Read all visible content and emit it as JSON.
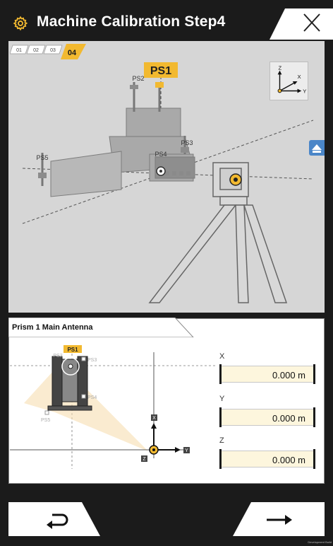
{
  "header": {
    "title": "Machine Calibration Step4"
  },
  "steps": {
    "items": [
      "01",
      "02",
      "03"
    ],
    "active": "04"
  },
  "scene": {
    "prisms": [
      "PS1",
      "PS2",
      "PS3",
      "PS4",
      "PS5"
    ],
    "axes": {
      "z": "Z",
      "x": "X",
      "y": "Y"
    }
  },
  "panel": {
    "title": "Prism 1   Main Antenna",
    "diagram": {
      "prisms": [
        "PS1",
        "PS2",
        "PS3",
        "PS4",
        "PS5"
      ],
      "axes": {
        "x": "X",
        "y": "Y",
        "z": "Z"
      }
    },
    "coordinates": [
      {
        "label": "X",
        "value": "0.000 m"
      },
      {
        "label": "Y",
        "value": "0.000 m"
      },
      {
        "label": "Z",
        "value": "0.000 m"
      }
    ]
  },
  "footer": {
    "dev_build": "Development Build"
  },
  "colors": {
    "accent": "#f2b930",
    "background": "#1b1b1b",
    "stage": "#d6d6d6",
    "field": "#fdf6dd"
  }
}
